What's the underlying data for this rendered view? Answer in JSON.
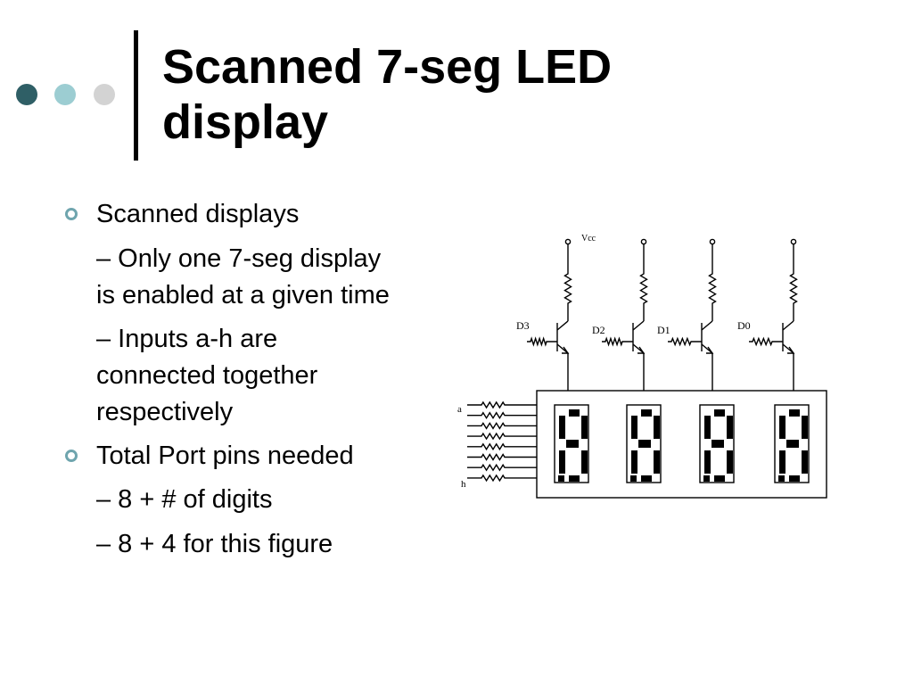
{
  "slide": {
    "title_line1": "Scanned 7-seg LED",
    "title_line2": "display"
  },
  "bullets": [
    {
      "text": "Scanned displays",
      "sub": [
        {
          "lines": [
            "– Only one 7-seg display",
            "is enabled at a given time"
          ]
        },
        {
          "lines": [
            "– Inputs a-h are",
            "connected together",
            "respectively"
          ]
        }
      ]
    },
    {
      "text": "Total Port pins needed",
      "sub": [
        {
          "lines": [
            "– 8 + # of digits"
          ]
        },
        {
          "lines": [
            "– 8 + 4 for this figure"
          ]
        }
      ]
    }
  ],
  "schematic": {
    "supply_label": "Vcc",
    "digit_labels": [
      "D3",
      "D2",
      "D1",
      "D0"
    ],
    "segment_first_label": "a",
    "segment_last_label": "h"
  },
  "colors": {
    "dot_dark": "#2f5f66",
    "dot_teal": "#9ccdd2",
    "dot_gray": "#d3d3d3",
    "bullet": "#6fa5ae"
  }
}
